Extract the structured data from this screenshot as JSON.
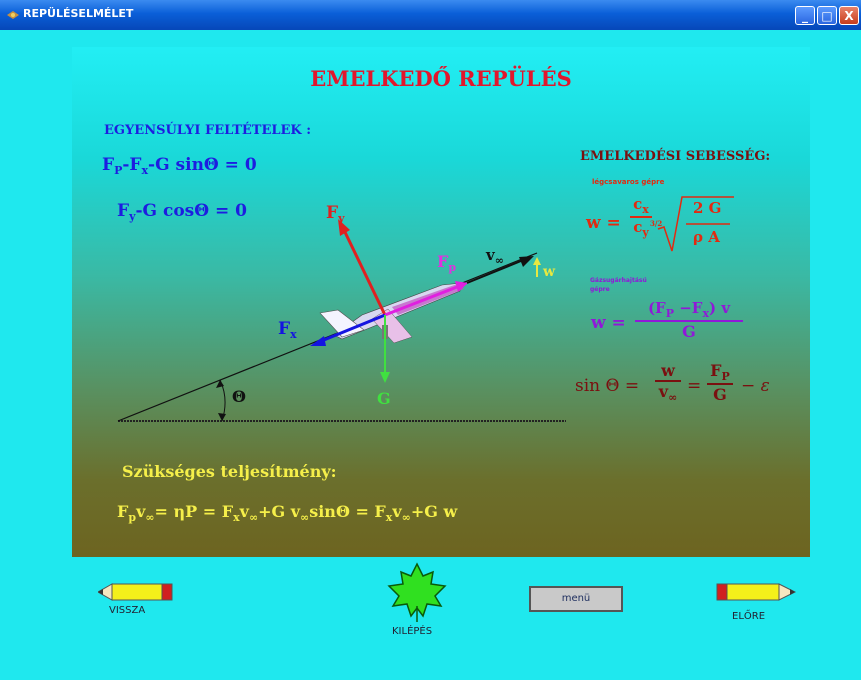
{
  "window": {
    "title": "REPÜLÉSELMÉLET",
    "buttons": {
      "minimize": "_",
      "maximize": "□",
      "close": "X"
    }
  },
  "main": {
    "title": "EMELKEDŐ REPÜLÉS",
    "equilibrium": {
      "heading": "EGYENSÚLYI FELTÉTELEK :",
      "eq1": {
        "a": "F",
        "a_sub": "P",
        "b": "-F",
        "b_sub": "x",
        "c": "-G sinΘ = 0"
      },
      "eq2": {
        "a": "F",
        "a_sub": "y",
        "c": "-G cosΘ = 0"
      }
    },
    "climb_rate": {
      "heading": "EMELKEDÉSI SEBESSÉG:",
      "note_jet": "légcsavaros gépre",
      "note_prop": "Gázsugárhajtású gépre",
      "f1": {
        "lhs": "w =",
        "num": "c",
        "num_sub": "x",
        "den": "c",
        "den_sub": "y",
        "den_sup": "3/2",
        "root_num": "2 G",
        "root_den": "ρ A"
      },
      "f2": {
        "lhs": "w =",
        "num": "(F",
        "num_sub1": "P",
        "num_mid": " −F",
        "num_sub2": "x",
        "num_end": ") v",
        "den": "G"
      },
      "f3": {
        "lhs": "sin Θ =",
        "n1": "w",
        "d1": "v",
        "d1_sub": "∞",
        "eq": "=",
        "n2": "F",
        "n2_sub": "P",
        "d2": "G",
        "tail": "− ε"
      }
    },
    "diagram": {
      "fy": "F",
      "fy_sub": "y",
      "fp": "F",
      "fp_sub": "p",
      "vinf": "v",
      "vinf_sub": "∞",
      "w": "w",
      "fx": "F",
      "fx_sub": "x",
      "g": "G",
      "theta": "Θ"
    },
    "power": {
      "heading": "Szükséges teljesítmény:",
      "eq_parts": [
        "F",
        "p",
        "v",
        "∞",
        "= ηP = F",
        "x",
        "v",
        "∞",
        "+G v",
        "∞",
        "sinΘ = F",
        "x",
        "v",
        "∞",
        "+G w"
      ]
    }
  },
  "nav": {
    "back": "VISSZA",
    "exit": "KILÉPÉS",
    "menu": "menü",
    "forward": "ELŐRE"
  },
  "colors": {
    "background": "#1fe8ee",
    "title_red": "#e2162c",
    "blue": "#1d1de0",
    "yellow": "#f5ef4a",
    "dark_red": "#7a1010",
    "purple": "#9018d8"
  }
}
